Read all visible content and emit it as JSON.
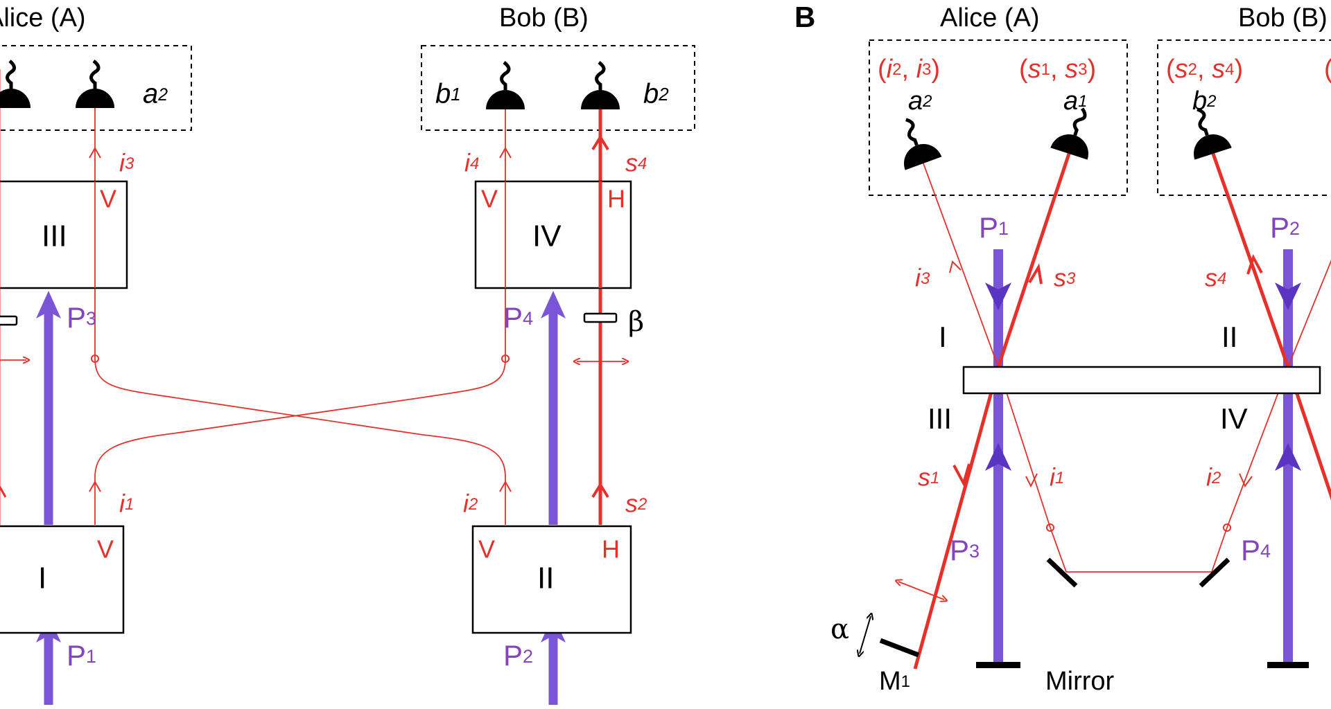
{
  "panel_b": {
    "label": "B"
  },
  "parties": {
    "alice": "Alice (A)",
    "bob": "Bob (B)"
  },
  "crystals": {
    "I": "I",
    "II": "II",
    "III": "III",
    "IV": "IV"
  },
  "polarizations": {
    "V": "V",
    "H": "H"
  },
  "pumps": [
    "P1",
    "P2",
    "P3",
    "P4"
  ],
  "detectors": [
    "a1",
    "a2",
    "b1",
    "b2"
  ],
  "signals": [
    "s1",
    "s2",
    "s3",
    "s4"
  ],
  "idlers": [
    "i1",
    "i2",
    "i3",
    "i4"
  ],
  "phases": {
    "alpha": "α",
    "beta": "β"
  },
  "coincidence_pairs": {
    "alice_a2": "(i2, i3)",
    "alice_a1": "(s1, s3)",
    "bob_b2": "(s2, s4)"
  },
  "mirrors": {
    "M1": "M1",
    "mirror": "Mirror"
  },
  "colors": {
    "signal": "#e8302b",
    "idler": "#e8302b",
    "pump": "#7a55d6",
    "pump_label": "#8444c0",
    "outline": "#000000"
  }
}
